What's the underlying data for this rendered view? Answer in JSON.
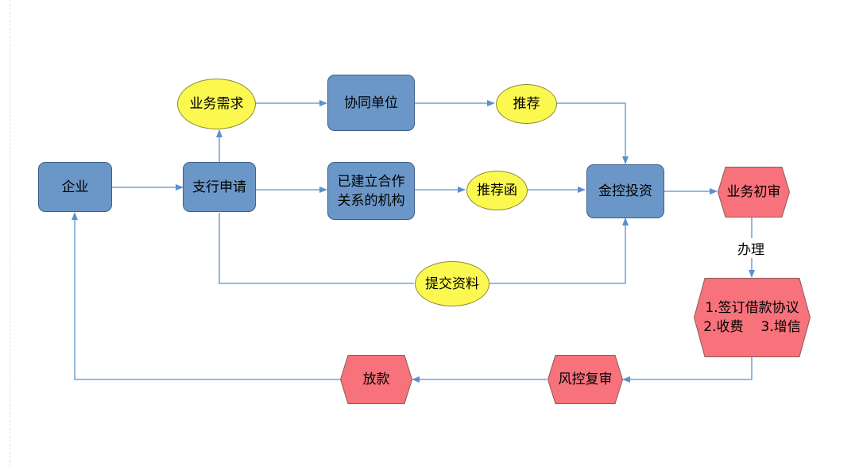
{
  "colors": {
    "rect_fill": "#6b97c8",
    "ellipse_fill": "#fbf850",
    "hexagon_fill": "#f7727b",
    "arrow": "#5b8fd0"
  },
  "nodes": {
    "qiye": "企业",
    "zhihang": "支行申请",
    "yewu_xuqiu": "业务需求",
    "xietong": "协同单位",
    "tuijian": "推荐",
    "yijianli": "已建立合作\n关系的机构",
    "tuijianhan": "推荐函",
    "jinkong": "金控投资",
    "yewu_chushen": "业务初审",
    "tijiao": "提交资料",
    "qianding_line1": "1.签订借款协议",
    "qianding_line2a": "2.收费",
    "qianding_line2b": "3.增信",
    "fengkong": "风控复审",
    "fangkuan": "放款"
  },
  "edge_labels": {
    "banli": "办理"
  }
}
